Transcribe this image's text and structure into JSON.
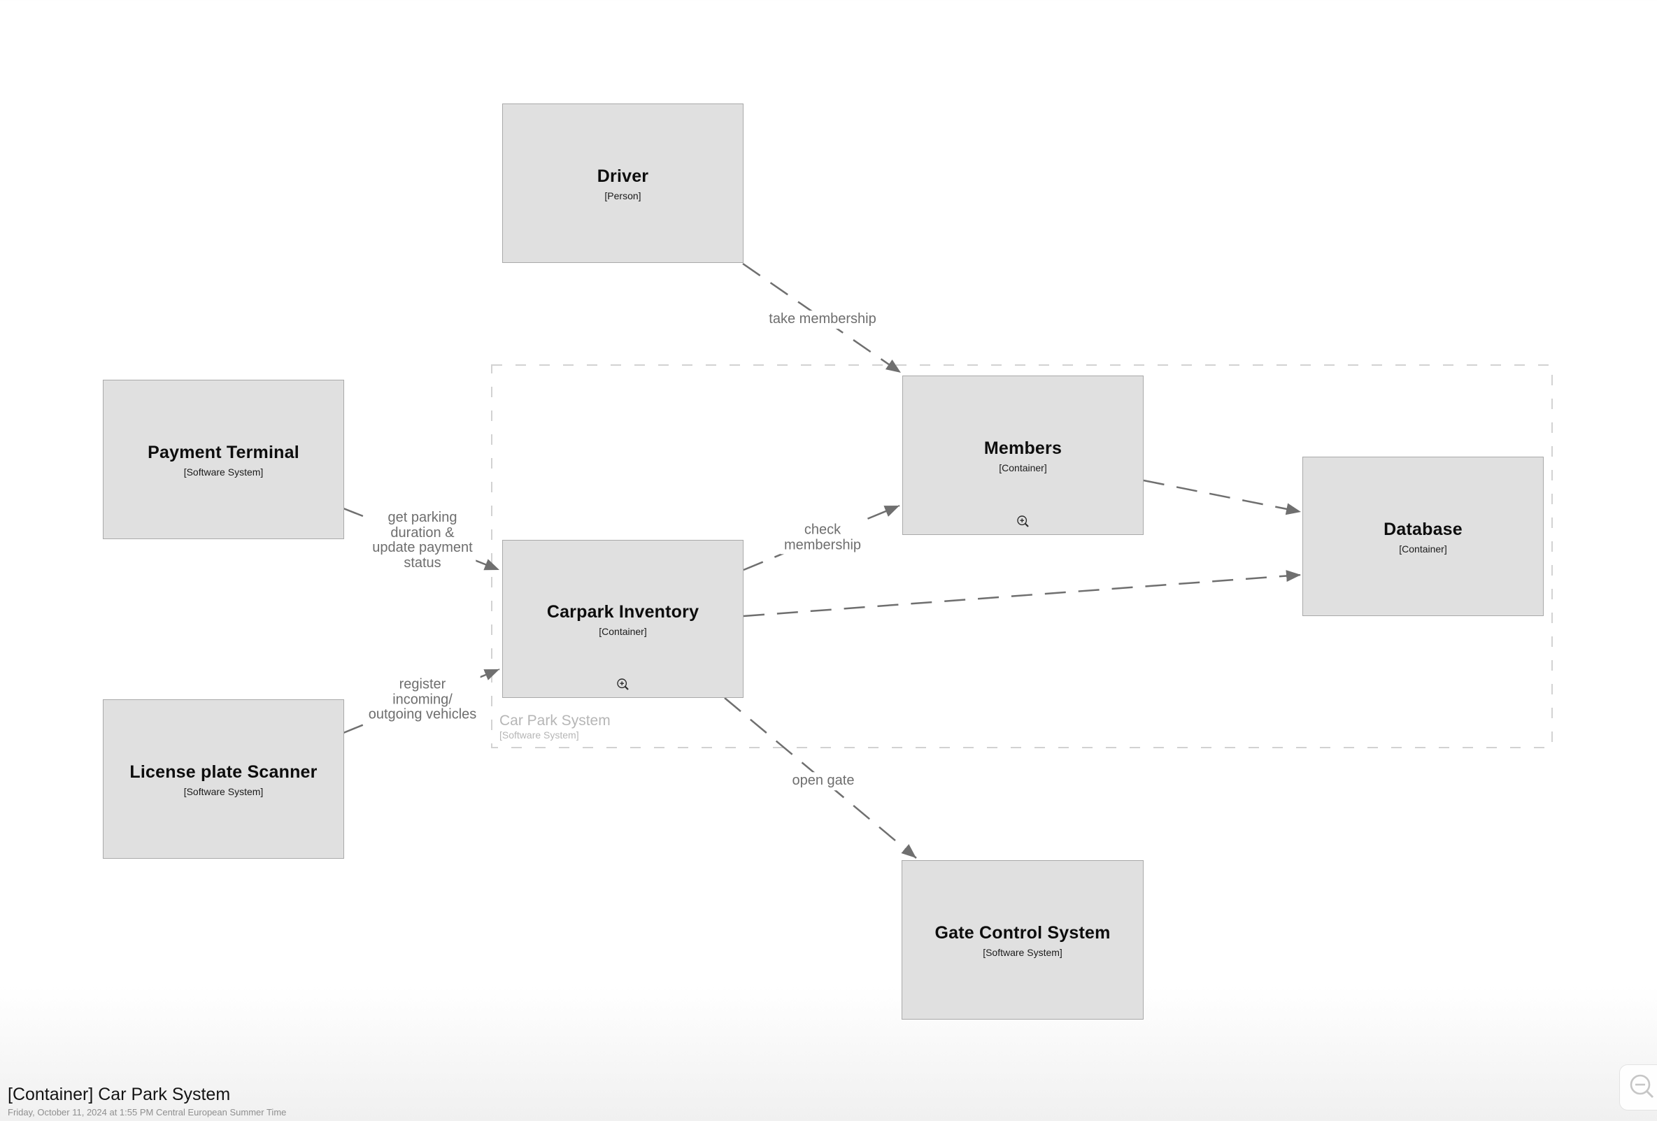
{
  "boundary": {
    "label": "Car Park System",
    "type": "[Software System]"
  },
  "nodes": {
    "driver": {
      "label": "Driver",
      "type": "[Person]"
    },
    "payment_terminal": {
      "label": "Payment Terminal",
      "type": "[Software System]"
    },
    "license_plate_scanner": {
      "label": "License plate Scanner",
      "type": "[Software System]"
    },
    "members": {
      "label": "Members",
      "type": "[Container]"
    },
    "carpark_inventory": {
      "label": "Carpark Inventory",
      "type": "[Container]"
    },
    "database": {
      "label": "Database",
      "type": "[Container]"
    },
    "gate_control_system": {
      "label": "Gate Control System",
      "type": "[Software System]"
    }
  },
  "edges": {
    "take_membership": {
      "label": "take membership"
    },
    "get_parking": {
      "label": "get parking\nduration &\nupdate payment\nstatus"
    },
    "register_vehicles": {
      "label": "register\nincoming/\noutgoing vehicles"
    },
    "check_membership": {
      "label": "check\nmembership"
    },
    "open_gate": {
      "label": "open gate"
    }
  },
  "footer": {
    "title": "[Container] Car Park System",
    "timestamp": "Friday, October 11, 2024 at 1:55 PM Central European Summer Time"
  },
  "icons": {
    "node_zoom": "magnifier-plus",
    "corner_zoom": "magnifier-minus"
  },
  "colors": {
    "node_fill": "#e0e0e0",
    "node_border": "#a9a9a9",
    "edge": "#6f6f6f",
    "boundary_border": "#d2d2d2",
    "boundary_label": "#b6b6b6",
    "edge_label": "#6e6e6e",
    "title": "#141414",
    "timestamp": "#8f8f8f"
  }
}
